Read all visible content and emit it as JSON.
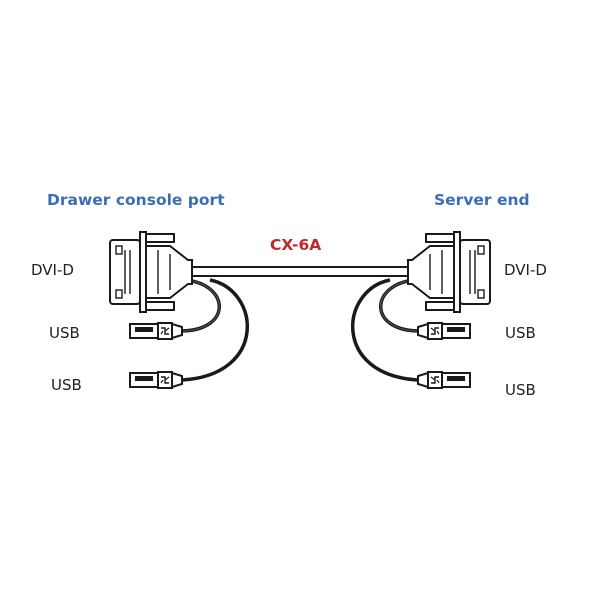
{
  "labels": {
    "left_heading": "Drawer console port",
    "right_heading": "Server end",
    "cable_name": "CX-6A",
    "left_dvi": "DVI-D",
    "right_dvi": "DVI-D",
    "left_usb_1": "USB",
    "left_usb_2": "USB",
    "right_usb_1": "USB",
    "right_usb_2": "USB"
  },
  "colors": {
    "heading": "#3a6fb4",
    "cable_name": "#c0282c",
    "text": "#222222",
    "line": "#1a1a1a",
    "usb_cable_inner": "#3d4b52"
  }
}
